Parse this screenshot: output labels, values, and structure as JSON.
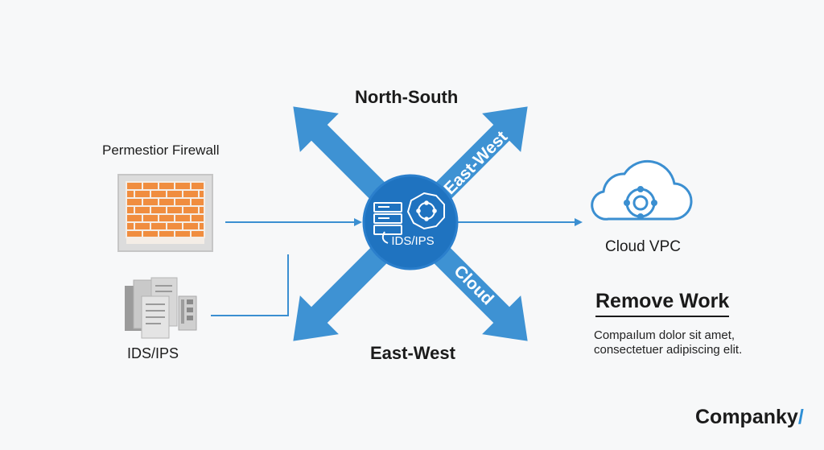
{
  "diagram": {
    "firewall_label": "Permestior Firewall",
    "ids_label": "IDS/IPS",
    "hub_label": "IDS/IPS",
    "north_south_label": "North-South",
    "east_west_bottom_label": "East-West",
    "east_west_arrow_label": "East-West",
    "cloud_arrow_label": "Cloud",
    "cloud_vpc_label": "Cloud VPC",
    "section_heading": "Remove Work",
    "section_body": "Compaılum dolor sit amet, consectetuer adipiscing elit."
  },
  "brand": {
    "name": "Companky",
    "mark": "/"
  },
  "colors": {
    "arrow": "#3e92d3",
    "hub": "#1f73c0",
    "line": "#3b8fd1",
    "brick": "#f08d3f",
    "background": "#f7f8f9"
  },
  "icons": [
    "brick-wall-icon",
    "documents-icon",
    "server-rack-icon",
    "cloud-network-icon",
    "shield-network-icon"
  ]
}
